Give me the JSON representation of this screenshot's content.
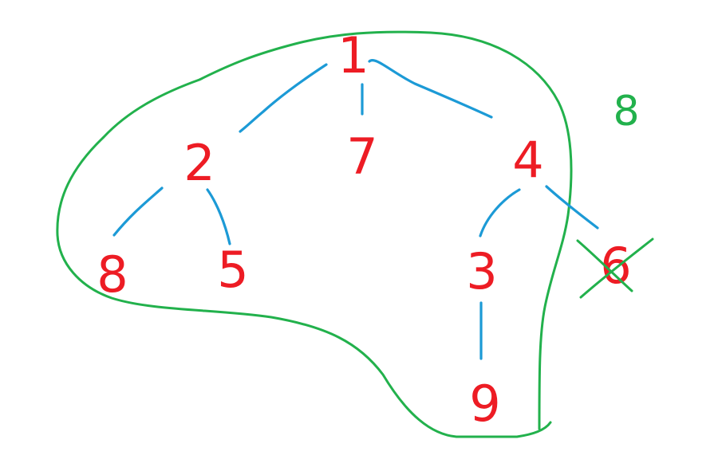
{
  "colors": {
    "node": "#ed1c24",
    "edge": "#1c9ad6",
    "outline": "#22b14c",
    "background": "#ffffff"
  },
  "nodes": [
    {
      "id": "n1",
      "label": "1"
    },
    {
      "id": "n2",
      "label": "2"
    },
    {
      "id": "n7",
      "label": "7"
    },
    {
      "id": "n4",
      "label": "4"
    },
    {
      "id": "n8",
      "label": "8"
    },
    {
      "id": "n5",
      "label": "5"
    },
    {
      "id": "n3",
      "label": "3"
    },
    {
      "id": "n6",
      "label": "6"
    },
    {
      "id": "n9",
      "label": "9"
    }
  ],
  "edges": [
    {
      "from": "1",
      "to": "2"
    },
    {
      "from": "1",
      "to": "7"
    },
    {
      "from": "1",
      "to": "4"
    },
    {
      "from": "2",
      "to": "8"
    },
    {
      "from": "2",
      "to": "5"
    },
    {
      "from": "4",
      "to": "3"
    },
    {
      "from": "4",
      "to": "6"
    },
    {
      "from": "3",
      "to": "9"
    }
  ],
  "side_label": "8",
  "crossed_out_node": "6"
}
